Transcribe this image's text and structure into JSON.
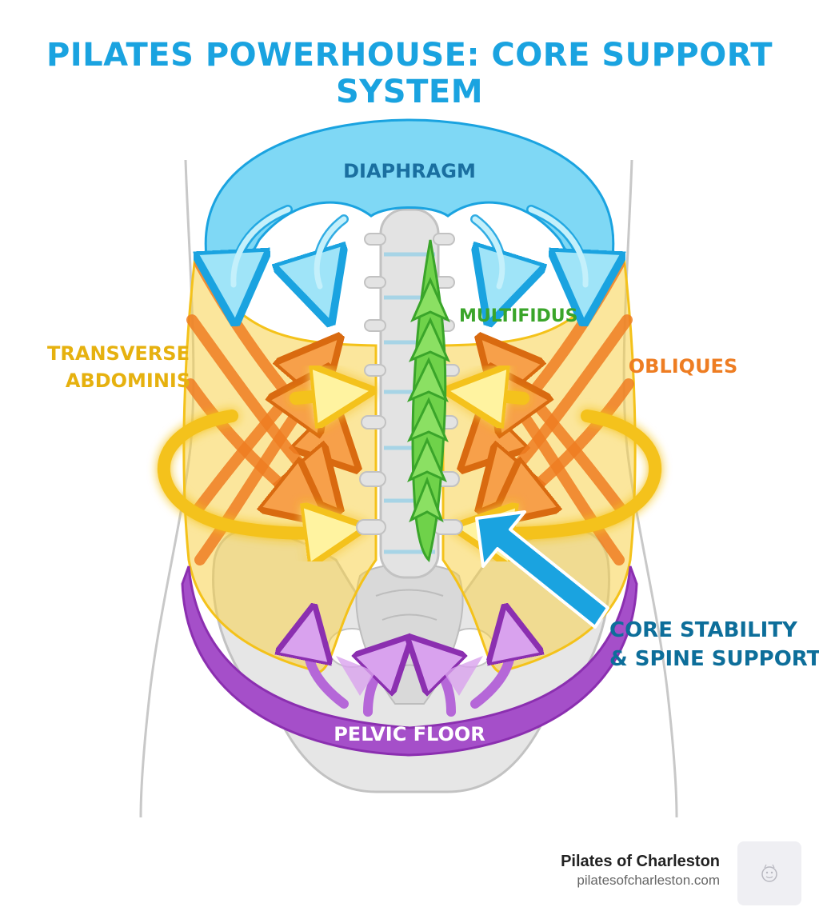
{
  "title": "PILATES POWERHOUSE: CORE SUPPORT SYSTEM",
  "labels": {
    "diaphragm": "DIAPHRAGM",
    "multifidus": "MULTIFIDUS",
    "transverse_line1": "TRANSVERSE",
    "transverse_line2": "ABDOMINIS",
    "obliques": "OBLIQUES",
    "core_line1": "CORE STABILITY",
    "core_line2": "& SPINE SUPPORT",
    "pelvic_floor": "PELVIC FLOOR"
  },
  "branding": {
    "name": "Pilates of Charleston",
    "url": "pilatesofcharleston.com"
  },
  "colors": {
    "title": "#1aa3e0",
    "diaphragm": "#7fd8f5",
    "transverse": "#f4c21a",
    "obliques": "#ee7d22",
    "multifidus": "#3aa52a",
    "core_arrow": "#1aa3e0",
    "pelvic_floor": "#8b2fb0",
    "bone": "#dedede"
  }
}
